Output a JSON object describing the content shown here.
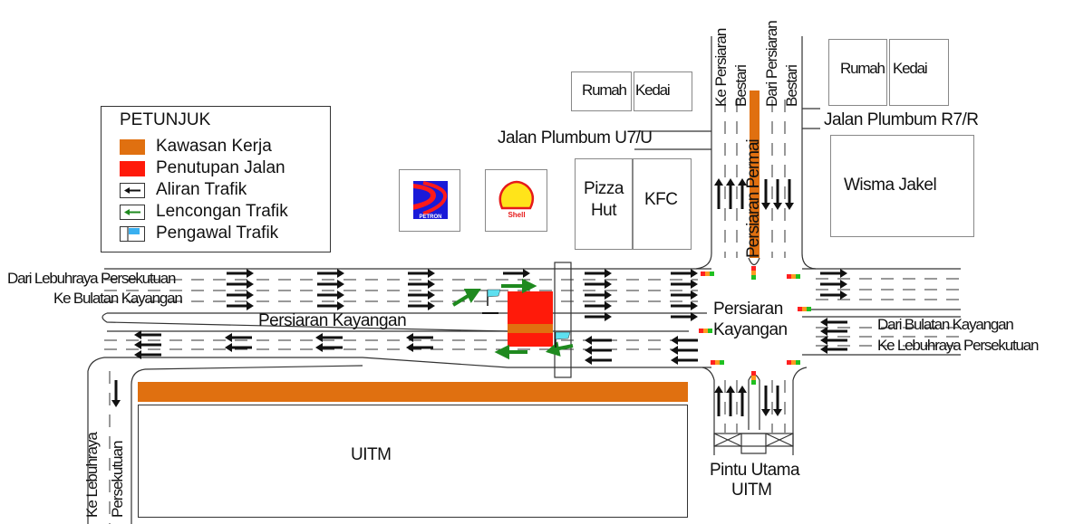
{
  "colors": {
    "work_zone": "#e07010",
    "road_closure": "#ff1a0a",
    "traffic_flow": "#111111",
    "diversion": "#1f8a1f",
    "flag": "#5ee0f0",
    "road_line": "#333333"
  },
  "legend": {
    "title": "PETUNJUK",
    "items": [
      {
        "label": "Kawasan Kerja",
        "icon": "orange-swatch"
      },
      {
        "label": "Penutupan Jalan",
        "icon": "red-swatch"
      },
      {
        "label": "Aliran Trafik",
        "icon": "black-arrow-icon"
      },
      {
        "label": "Lencongan Trafik",
        "icon": "green-arrow-icon"
      },
      {
        "label": "Pengawal Trafik",
        "icon": "flag-icon"
      }
    ]
  },
  "roads": {
    "main": "Persiaran Kayangan",
    "junction": [
      "Persiaran",
      "Kayangan"
    ],
    "vertical": "Persiaran Permai",
    "plumbum_left": "Jalan Plumbum U7/U",
    "plumbum_right": "Jalan Plumbum R7/R"
  },
  "directions": {
    "west_in_1": "Dari Lebuhraya Persekutuan",
    "west_in_2": "Ke Bulatan Kayangan",
    "east_in_1": "Dari Bulatan Kayangan",
    "east_in_2": "Ke Lebuhraya Persekutuan",
    "north_1a": "Ke Persiaran",
    "north_1b": "Bestari",
    "north_2a": "Dari Persiaran",
    "north_2b": "Bestari",
    "south_west_1": "Ke Lebuhraya",
    "south_west_2": "Persekutuan"
  },
  "buildings": {
    "shop_left": [
      "Rumah",
      "Kedai"
    ],
    "shop_right": [
      "Rumah",
      "Kedai"
    ],
    "pizza_hut": "Pizza Hut",
    "kfc": "KFC",
    "wisma": "Wisma Jakel",
    "uitm": "UITM",
    "gate": [
      "Pintu Utama",
      "UITM"
    ],
    "petron_logo": "PETRON",
    "shell_logo": "Shell"
  }
}
